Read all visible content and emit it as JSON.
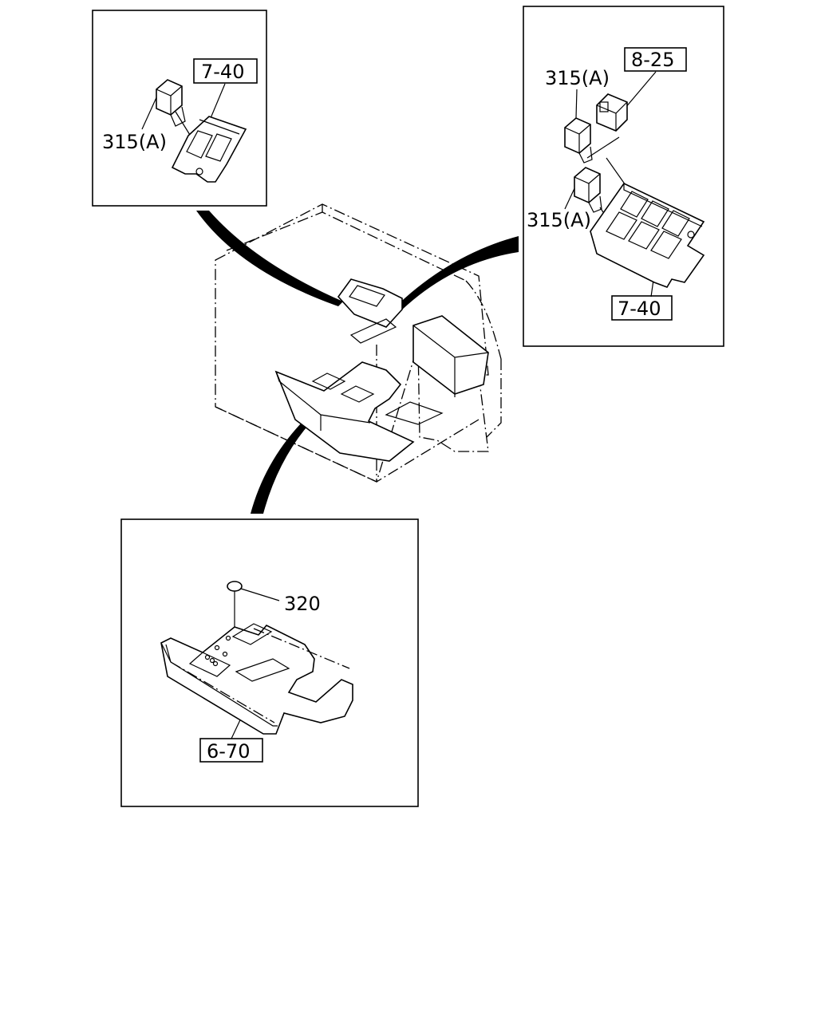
{
  "labels": {
    "top_left_ref": "7-40",
    "top_left_part": "315(A)",
    "top_right_ref_upper": "8-25",
    "top_right_part_upper": "315(A)",
    "top_right_part_lower": "315(A)",
    "top_right_ref_lower": "7-40",
    "bottom_part": "320",
    "bottom_ref": "6-70"
  }
}
